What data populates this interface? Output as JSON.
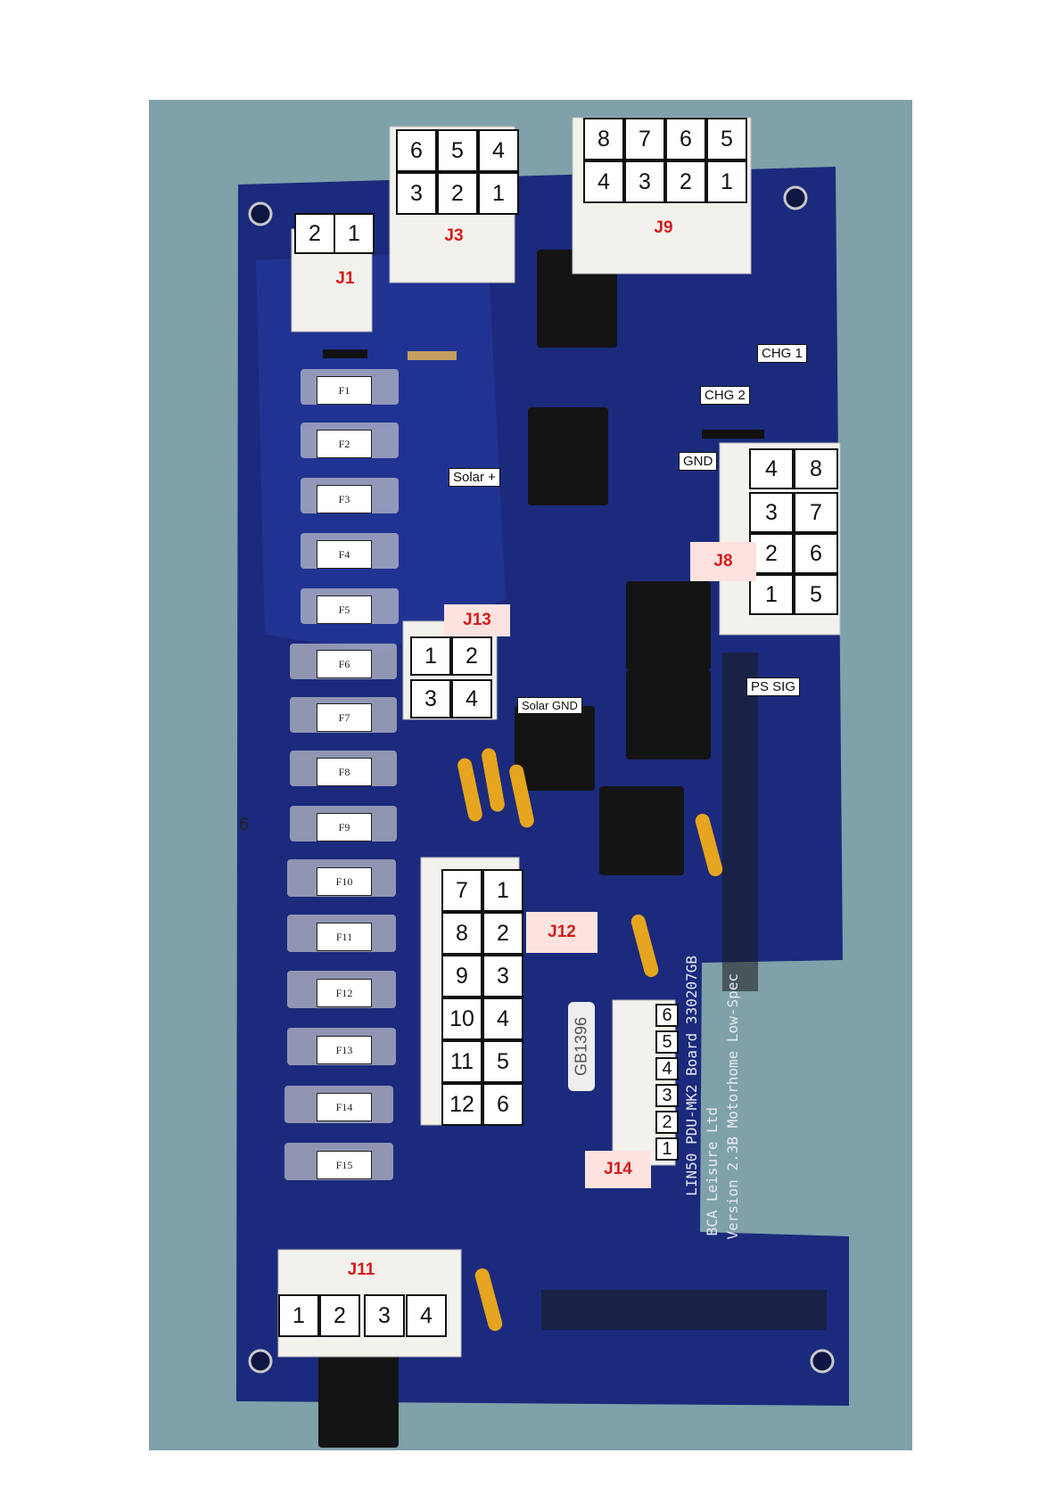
{
  "connectors": {
    "j1": {
      "label": "J1",
      "pins": [
        "2",
        "1"
      ]
    },
    "j3": {
      "label": "J3",
      "top_row": [
        "6",
        "5",
        "4"
      ],
      "bottom_row": [
        "3",
        "2",
        "1"
      ]
    },
    "j9": {
      "label": "J9",
      "top_row": [
        "8",
        "7",
        "6",
        "5"
      ],
      "bottom_row": [
        "4",
        "3",
        "2",
        "1"
      ]
    },
    "j8": {
      "label": "J8",
      "rows": [
        [
          "4",
          "8"
        ],
        [
          "3",
          "7"
        ],
        [
          "2",
          "6"
        ],
        [
          "1",
          "5"
        ]
      ]
    },
    "j13": {
      "label": "J13",
      "rows": [
        [
          "1",
          "2"
        ],
        [
          "3",
          "4"
        ]
      ]
    },
    "j12": {
      "label": "J12",
      "rows": [
        [
          "7",
          "1"
        ],
        [
          "8",
          "2"
        ],
        [
          "9",
          "3"
        ],
        [
          "10",
          "4"
        ],
        [
          "11",
          "5"
        ],
        [
          "12",
          "6"
        ]
      ]
    },
    "j14": {
      "label": "J14",
      "pins": [
        "6",
        "5",
        "4",
        "3",
        "2",
        "1"
      ]
    },
    "j11": {
      "label": "J11",
      "pins": [
        "1",
        "2",
        "3",
        "4"
      ]
    }
  },
  "fuses": [
    "F1",
    "F2",
    "F3",
    "F4",
    "F5",
    "F6",
    "F7",
    "F8",
    "F9",
    "F10",
    "F11",
    "F12",
    "F13",
    "F14",
    "F15"
  ],
  "tags": {
    "chg1": "CHG 1",
    "chg2": "CHG 2",
    "solar_plus": "Solar +",
    "gnd": "GND",
    "ps_sig": "PS SIG",
    "solar_gnd": "Solar GND"
  },
  "board_text": {
    "gb_code": "GB1396",
    "silk_line1": "LIN50 PDU-MK2 Board    330207GB",
    "silk_line2": "BCA Leisure Ltd",
    "silk_line3": "Version 2.3B  Motorhome Low-Spec",
    "stray": "6"
  },
  "colors": {
    "board_blue": "#1b2a7c",
    "connector_label_red": "#d51c1c",
    "background_teal": "#7fa1a9"
  }
}
